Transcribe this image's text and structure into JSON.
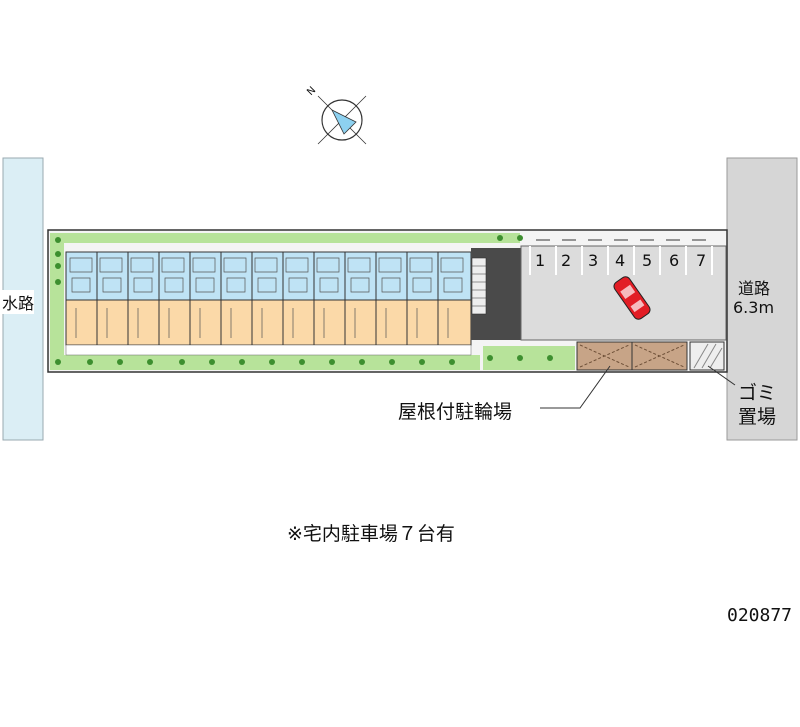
{
  "labels": {
    "waterway": "水路",
    "road_name": "道路",
    "road_width": "6.3m",
    "bicycle_parking": "屋根付駐輪場",
    "garbage_line1": "ゴミ",
    "garbage_line2": "置場",
    "parking_note": "※宅内駐車場７台有",
    "property_id": "020877",
    "compass_north": "N"
  },
  "parking_spaces": [
    "1",
    "2",
    "3",
    "4",
    "5",
    "6",
    "7"
  ],
  "colors": {
    "water": "#dbeef5",
    "road": "#d6d6d6",
    "lawn": "#b7e39a",
    "building_upper": "#bfe3f5",
    "building_lower": "#fbd9a8",
    "paving": "#dcdcdc",
    "dark_paving": "#4a4a4a",
    "bike_shed": "#c7a487",
    "car": "#e21d25"
  }
}
